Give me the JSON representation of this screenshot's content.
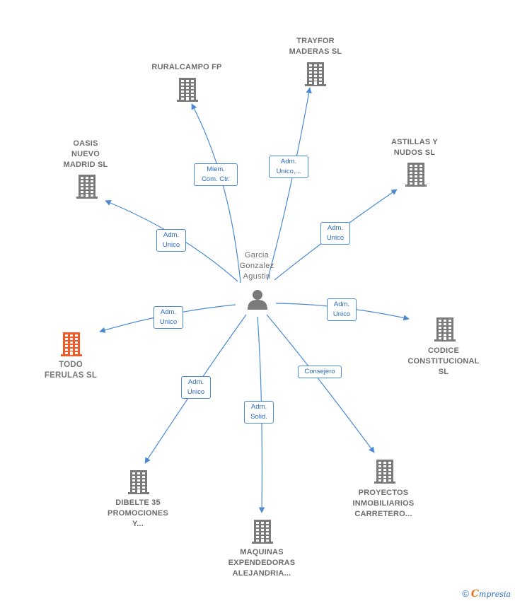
{
  "center": {
    "name": "Garcia\nGonzalez\nAgustin",
    "icon": "person-icon"
  },
  "colors": {
    "edge": "#4a8ad4",
    "building": "#7a7a7a",
    "highlight": "#f05a28",
    "label": "#6d6d6d"
  },
  "nodes": [
    {
      "id": "trayfor",
      "label": "TRAYFOR\nMADERAS SL",
      "icon": "building-icon",
      "highlight": false
    },
    {
      "id": "ruralcampo",
      "label": "RURALCAMPO FP",
      "icon": "building-icon",
      "highlight": false
    },
    {
      "id": "oasis",
      "label": "OASIS\nNUEVO\nMADRID SL",
      "icon": "building-icon",
      "highlight": false
    },
    {
      "id": "astillas",
      "label": "ASTILLAS Y\nNUDOS SL",
      "icon": "building-icon",
      "highlight": false
    },
    {
      "id": "todo",
      "label": "TODO\nFERULAS SL",
      "icon": "building-icon",
      "highlight": true
    },
    {
      "id": "codice",
      "label": "CODICE\nCONSTITUCIONAL\nSL",
      "icon": "building-icon",
      "highlight": false
    },
    {
      "id": "dibelte",
      "label": "DIBELTE 35\nPROMOCIONES\nY...",
      "icon": "building-icon",
      "highlight": false
    },
    {
      "id": "maquinas",
      "label": "MAQUINAS\nEXPENDEDORAS\nALEJANDRIA...",
      "icon": "building-icon",
      "highlight": false
    },
    {
      "id": "proyectos",
      "label": "PROYECTOS\nINMOBILIARIOS\nCARRETERO...",
      "icon": "building-icon",
      "highlight": false
    }
  ],
  "edges": [
    {
      "to": "ruralcampo",
      "label": "Miem.\nCom. Ctr."
    },
    {
      "to": "trayfor",
      "label": "Adm.\nUnico,..."
    },
    {
      "to": "oasis",
      "label": "Adm.\nUnico"
    },
    {
      "to": "astillas",
      "label": "Adm.\nUnico"
    },
    {
      "to": "todo",
      "label": "Adm.\nUnico"
    },
    {
      "to": "codice",
      "label": "Adm.\nUnico"
    },
    {
      "to": "dibelte",
      "label": "Adm.\nUnico"
    },
    {
      "to": "maquinas",
      "label": "Adm.\nSolid."
    },
    {
      "to": "proyectos",
      "label": "Consejero"
    }
  ],
  "footer": {
    "copyright": "©",
    "brand_first": "C",
    "brand_rest": "mpresia"
  }
}
